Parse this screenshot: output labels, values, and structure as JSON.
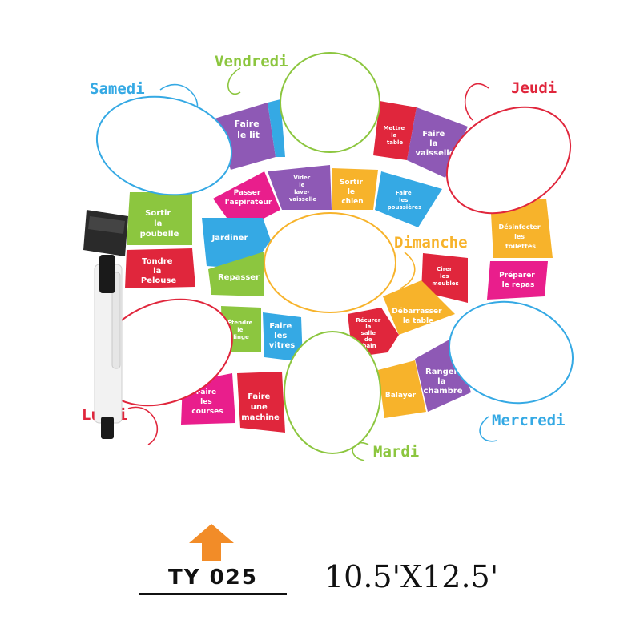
{
  "days": {
    "samedi": "Samedi",
    "vendredi": "Vendredi",
    "jeudi": "Jeudi",
    "dimanche": "Dimanche",
    "lundi": "Lundi",
    "mardi": "Mardi",
    "mercredi": "Mercredi"
  },
  "chores": {
    "faire_le_lit": [
      "Faire",
      "le lit"
    ],
    "mettre_la_table": [
      "Mettre",
      "la",
      "table"
    ],
    "faire_la_vaisselle": [
      "Faire",
      "la",
      "vaisselle"
    ],
    "passer_aspirateur": [
      "Passer",
      "l'aspirateur"
    ],
    "vider_lave_vaisselle": [
      "Vider",
      "le",
      "lave-",
      "vaisselle"
    ],
    "sortir_le_chien": [
      "Sortir",
      "le",
      "chien"
    ],
    "faire_les_poussieres": [
      "Faire",
      "les",
      "poussières"
    ],
    "sortir_la_poubelle": [
      "Sortir",
      "la",
      "poubelle"
    ],
    "jardiner": [
      "Jardiner"
    ],
    "desinfecter_toilettes": [
      "Désinfecter",
      "les",
      "toilettes"
    ],
    "tondre_la_pelouse": [
      "Tondre",
      "la",
      "Pelouse"
    ],
    "repasser": [
      "Repasser"
    ],
    "cirer_les_meubles": [
      "Cirer",
      "les",
      "meubles"
    ],
    "preparer_le_repas": [
      "Préparer",
      "le repas"
    ],
    "debarrasser_la_table": [
      "Débarrasser",
      "la table"
    ],
    "etendre_le_linge": [
      "Étendre",
      "le",
      "linge"
    ],
    "faire_les_vitres": [
      "Faire",
      "les",
      "vitres"
    ],
    "recurer_salle_de_bain": [
      "Récurer",
      "la",
      "salle",
      "de",
      "bain"
    ],
    "ranger_la_chambre": [
      "Ranger",
      "la",
      "chambre"
    ],
    "balayer": [
      "Balayer"
    ],
    "faire_les_courses": [
      "Faire",
      "les",
      "courses"
    ],
    "faire_une_machine": [
      "Faire",
      "une",
      "machine"
    ]
  },
  "product": {
    "code": "TY 025",
    "size": "10.5'X12.5'"
  },
  "colors": {
    "pink": "#e91e8c",
    "purple": "#8e59b5",
    "red": "#e0263c",
    "orange": "#f7b32b",
    "blue": "#35a9e4",
    "green": "#8cc63f",
    "arrow": "#f28c28"
  }
}
